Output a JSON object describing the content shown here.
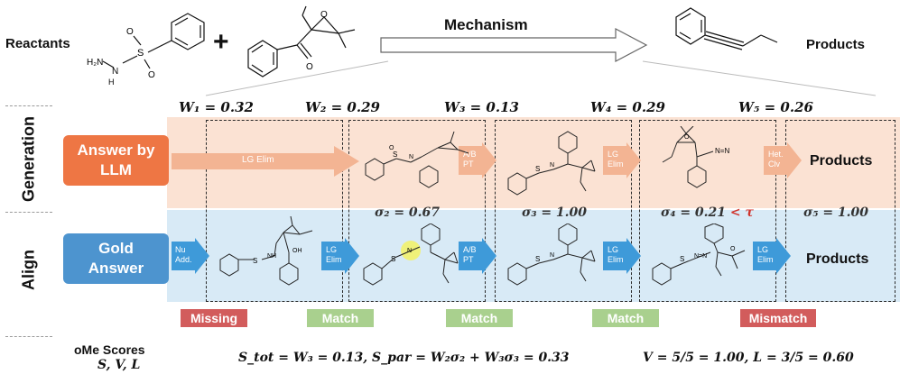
{
  "header": {
    "reactants_label": "Reactants",
    "plus": "+",
    "mechanism_label": "Mechanism",
    "products_label": "Products"
  },
  "rows": {
    "generation_label": "Generation",
    "align_label": "Align",
    "answer_llm_line1": "Answer by",
    "answer_llm_line2": "LLM",
    "gold_line1": "Gold",
    "gold_line2": "Answer"
  },
  "weights": [
    "W₁ = 0.32",
    "W₂ = 0.29",
    "W₃ = 0.13",
    "W₄ = 0.29",
    "W₅ = 0.26"
  ],
  "sigmas": {
    "s2": "σ₂ = 0.67",
    "s3": "σ₃ = 1.00",
    "s4_prefix": "σ₄ = 0.21",
    "s4_suffix": "< τ",
    "s5": "σ₅ = 1.00"
  },
  "gen_arrows": {
    "a1": "LG Elim",
    "a2_l1": "A/B",
    "a2_l2": "PT",
    "a3_l1": "LG",
    "a3_l2": "Elim",
    "a4_l1": "Het.",
    "a4_l2": "Clv"
  },
  "align_arrows": {
    "a0_l1": "Nu",
    "a0_l2": "Add.",
    "a1_l1": "LG",
    "a1_l2": "Elim",
    "a2_l1": "A/B",
    "a2_l2": "PT",
    "a3_l1": "LG",
    "a3_l2": "Elim",
    "a4_l1": "LG",
    "a4_l2": "Elim"
  },
  "products_gen": "Products",
  "products_align": "Products",
  "badges": [
    "Missing",
    "Match",
    "Match",
    "Match",
    "Mismatch"
  ],
  "scores": {
    "label_l1": "oMe Scores",
    "label_l2": "S, V, L",
    "stot": "S_tot = W₃ = 0.13,  S_par = W₂σ₂ + W₃σ₃ = 0.33",
    "vl": "V = 5/5 = 1.00,  L = 3/5 = 0.60"
  },
  "colors": {
    "orange": "#ee7644",
    "orange_light": "#f3b493",
    "blue": "#4d94cf",
    "blue_arrow": "#3e9ad9",
    "red_badge": "#d25c5c",
    "green_badge": "#a9d08e",
    "generation_band": "#fbe2d3",
    "align_band": "#d8eaf6",
    "tau_red": "#d0342c"
  }
}
